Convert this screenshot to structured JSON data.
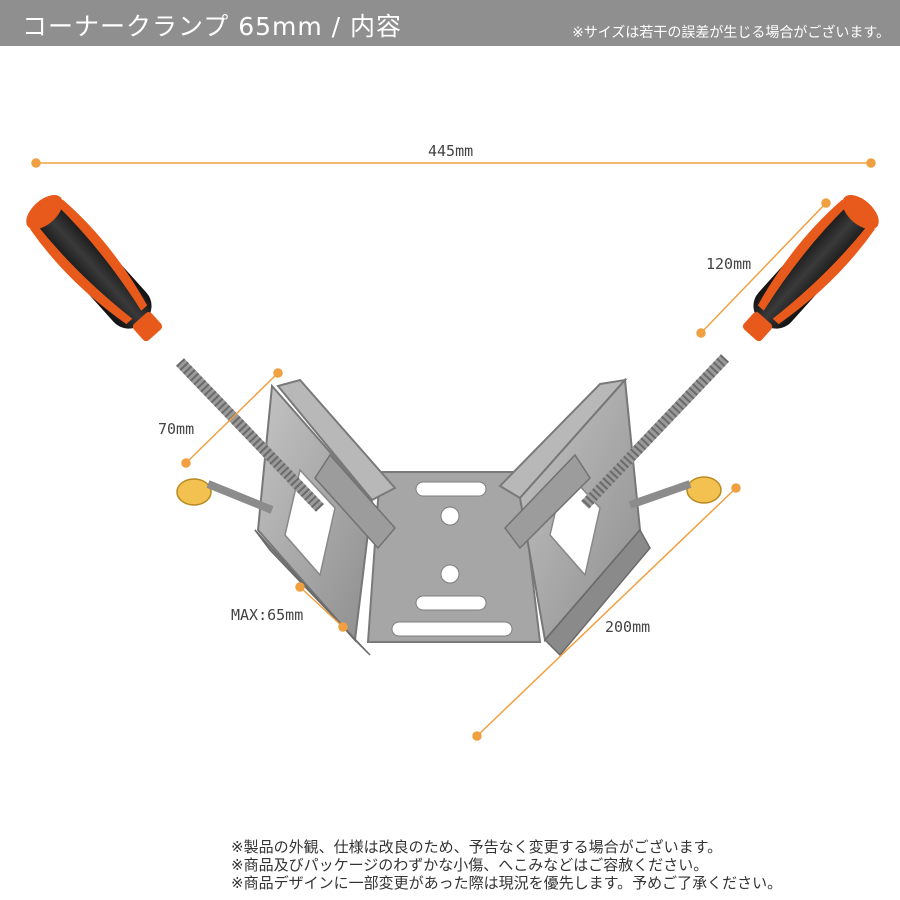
{
  "header": {
    "title": "コーナークランプ 65mm / 内容",
    "note": "※サイズは若干の誤差が生じる場合がございます。"
  },
  "dimensions": {
    "width": "445mm",
    "handle": "120mm",
    "jaw": "70mm",
    "opening": "MAX:65mm",
    "arm": "200mm"
  },
  "notes": [
    "※製品の外観、仕様は改良のため、予告なく変更する場合がございます。",
    "※商品及びパッケージのわずかな小傷、へこみなどはご容赦ください。",
    "※商品デザインに一部変更があった際は現況を優先します。予めご了承ください。"
  ],
  "colors": {
    "header_bg": "#8f8f8f",
    "accent_orange": "#f0a040",
    "handle_black": "#1f1f1f",
    "handle_orange": "#e85a1c",
    "metal": "#a8a8a8"
  }
}
